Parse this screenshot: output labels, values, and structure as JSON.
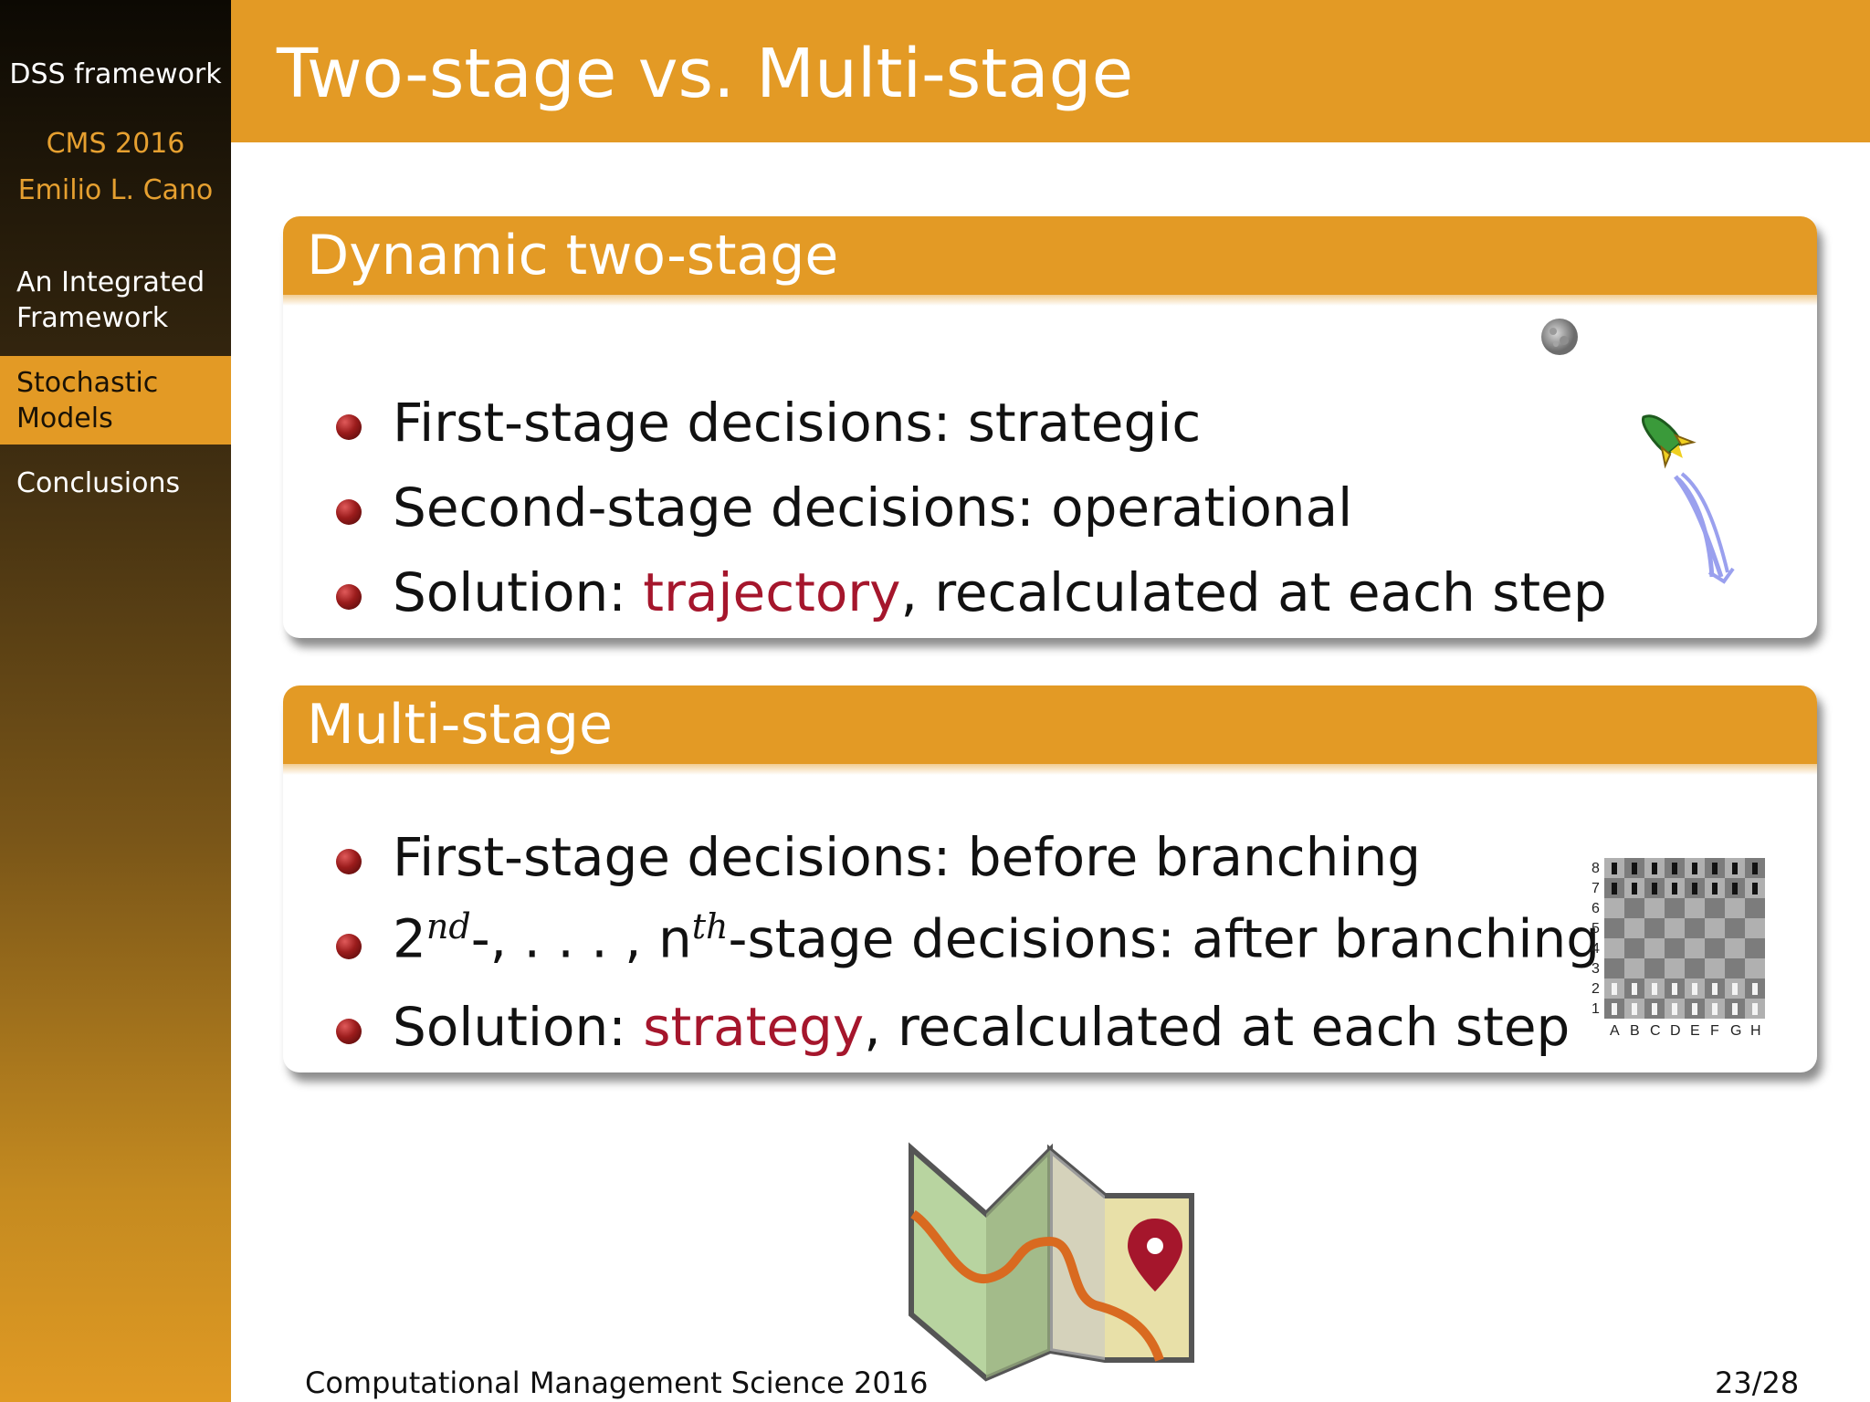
{
  "sidebar": {
    "title": "DSS framework",
    "conference": "CMS 2016",
    "author": "Emilio L. Cano",
    "sections": [
      "An Integrated Framework",
      "Stochastic Models",
      "Conclusions"
    ],
    "active_section": "Stochastic Models"
  },
  "frame": {
    "title": "Two-stage vs. Multi-stage"
  },
  "blocks": [
    {
      "title": "Dynamic two-stage",
      "items": [
        {
          "text": "First-stage decisions: strategic"
        },
        {
          "text": "Second-stage decisions: operational"
        },
        {
          "prefix": "Solution: ",
          "highlight": "trajectory",
          "suffix": ", recalculated at each step"
        }
      ],
      "icons": [
        "moon-icon",
        "rocket-icon"
      ]
    },
    {
      "title": "Multi-stage",
      "items": [
        {
          "text": "First-stage decisions: before branching"
        },
        {
          "base1": "2",
          "sup1": "nd",
          "mid": "-, . . . , n",
          "sup2": "th",
          "suffix": "-stage decisions: after branching"
        },
        {
          "prefix": "Solution: ",
          "highlight": "strategy",
          "suffix": ", recalculated at each step"
        }
      ],
      "chessboard": {
        "ranks": [
          "8",
          "7",
          "6",
          "5",
          "4",
          "3",
          "2",
          "1"
        ],
        "files": [
          "A",
          "B",
          "C",
          "D",
          "E",
          "F",
          "G",
          "H"
        ]
      }
    }
  ],
  "footer": {
    "left": "Computational Management Science 2016",
    "page": "23/28"
  },
  "colors": {
    "accent": "#e39a25",
    "highlight": "#a5162c"
  }
}
